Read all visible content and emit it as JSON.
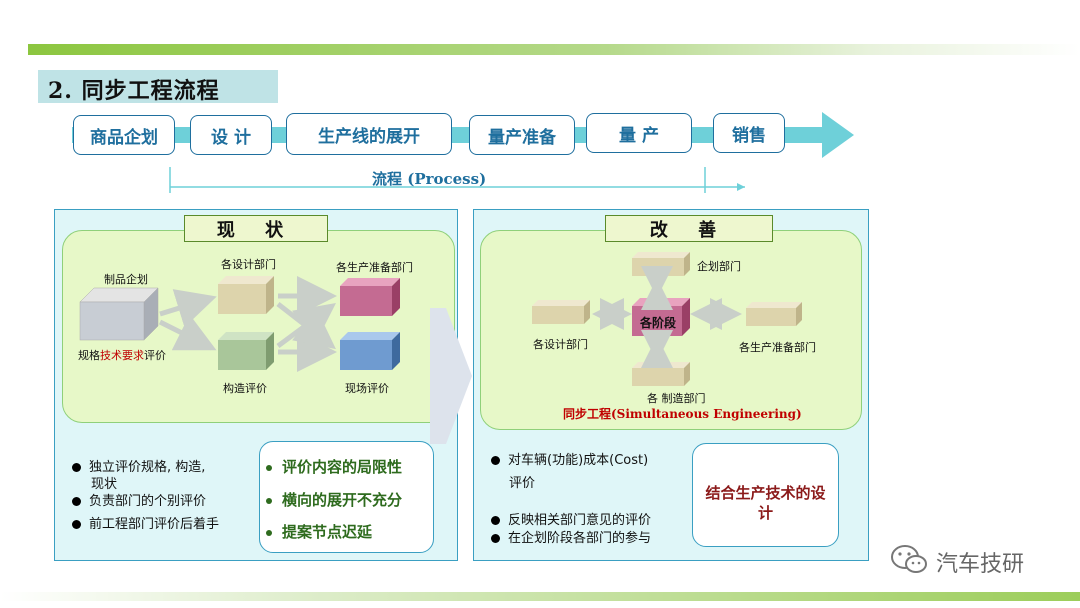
{
  "slide_title": "2. 同步工程流程",
  "stages": [
    "商品企划",
    "设 计",
    "生产线的展开",
    "量产准备",
    "量 产",
    "销售"
  ],
  "flow_label": "流程 (Process)",
  "current": {
    "heading": "现 状",
    "nodes": {
      "planning": "制品企划",
      "spec_pre": "规格",
      "spec_red": "技术要求",
      "spec_post": "评价",
      "design": "各设计部门",
      "prep": "各生产准备部门",
      "structure": "构造评价",
      "field": "现场评价"
    },
    "bullets": [
      "独立评价规格, 构造,",
      "现状",
      "负责部门的个别评价",
      "前工程部门评价后着手"
    ],
    "issues": [
      "评价内容的局限性",
      "横向的展开不充分",
      "提案节点迟延"
    ]
  },
  "improved": {
    "heading": "改 善",
    "nodes": {
      "center": "各阶段",
      "planning": "企划部门",
      "design": "各设计部门",
      "prep": "各生产准备部门",
      "manufacturing": "各 制造部门"
    },
    "caption": "同步工程(Simultaneous Engineering)",
    "bullets": [
      "对车辆(功能)成本(Cost)",
      "评价",
      "反映相关部门意见的评价",
      "在企划阶段各部门的参与"
    ],
    "highlight": "结合生产技术的设计"
  },
  "watermark": "汽车技研",
  "colors": {
    "accent_green": "#8cc63f",
    "arrow_cyan": "#6ed0d9",
    "stage_blue": "#1f6f9e",
    "issue_green": "#2e6b1e",
    "highlight_red": "#8b1a1a"
  }
}
